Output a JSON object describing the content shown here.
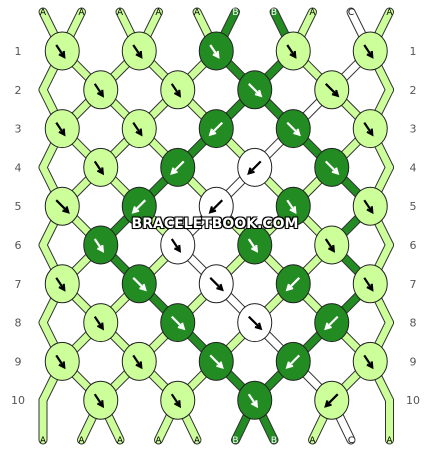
{
  "pattern": {
    "strand_labels": [
      "A",
      "A",
      "A",
      "A",
      "A",
      "B",
      "B",
      "A",
      "C",
      "A"
    ],
    "row_numbers": [
      "1",
      "2",
      "3",
      "4",
      "5",
      "6",
      "7",
      "8",
      "9",
      "10"
    ],
    "colors": {
      "A": "#ccff99",
      "B": "#228b22",
      "C": "#ffffff"
    },
    "knots": [
      [
        [
          "A",
          "fb"
        ],
        [
          "A",
          "fb"
        ],
        [
          "B",
          "fb"
        ],
        [
          "A",
          "fb"
        ],
        [
          "A",
          "fb"
        ]
      ],
      [
        [
          "A",
          "fb"
        ],
        [
          "A",
          "fb"
        ],
        [
          "B",
          "f"
        ],
        [
          "A",
          "f"
        ]
      ],
      [
        [
          "A",
          "fb"
        ],
        [
          "A",
          "fb"
        ],
        [
          "B",
          "b"
        ],
        [
          "B",
          "f"
        ],
        [
          "A",
          "fb"
        ]
      ],
      [
        [
          "A",
          "fb"
        ],
        [
          "B",
          "b"
        ],
        [
          "C",
          "b"
        ],
        [
          "B",
          "f"
        ]
      ],
      [
        [
          "A",
          "f"
        ],
        [
          "B",
          "b"
        ],
        [
          "C",
          "b"
        ],
        [
          "B",
          "fb"
        ],
        [
          "A",
          "fb"
        ]
      ],
      [
        [
          "B",
          "fb"
        ],
        [
          "C",
          "fb"
        ],
        [
          "B",
          "fb"
        ],
        [
          "A",
          "fb"
        ]
      ],
      [
        [
          "A",
          "fb"
        ],
        [
          "B",
          "f"
        ],
        [
          "C",
          "f"
        ],
        [
          "B",
          "b"
        ],
        [
          "A",
          "fb"
        ]
      ],
      [
        [
          "A",
          "fb"
        ],
        [
          "B",
          "f"
        ],
        [
          "C",
          "f"
        ],
        [
          "B",
          "b"
        ]
      ],
      [
        [
          "A",
          "fb"
        ],
        [
          "A",
          "fb"
        ],
        [
          "B",
          "f"
        ],
        [
          "B",
          "b"
        ],
        [
          "A",
          "fb"
        ]
      ],
      [
        [
          "A",
          "fb"
        ],
        [
          "A",
          "fb"
        ],
        [
          "B",
          "fb"
        ],
        [
          "A",
          "b"
        ]
      ]
    ]
  },
  "watermark": "BRACELETBOOK.COM"
}
